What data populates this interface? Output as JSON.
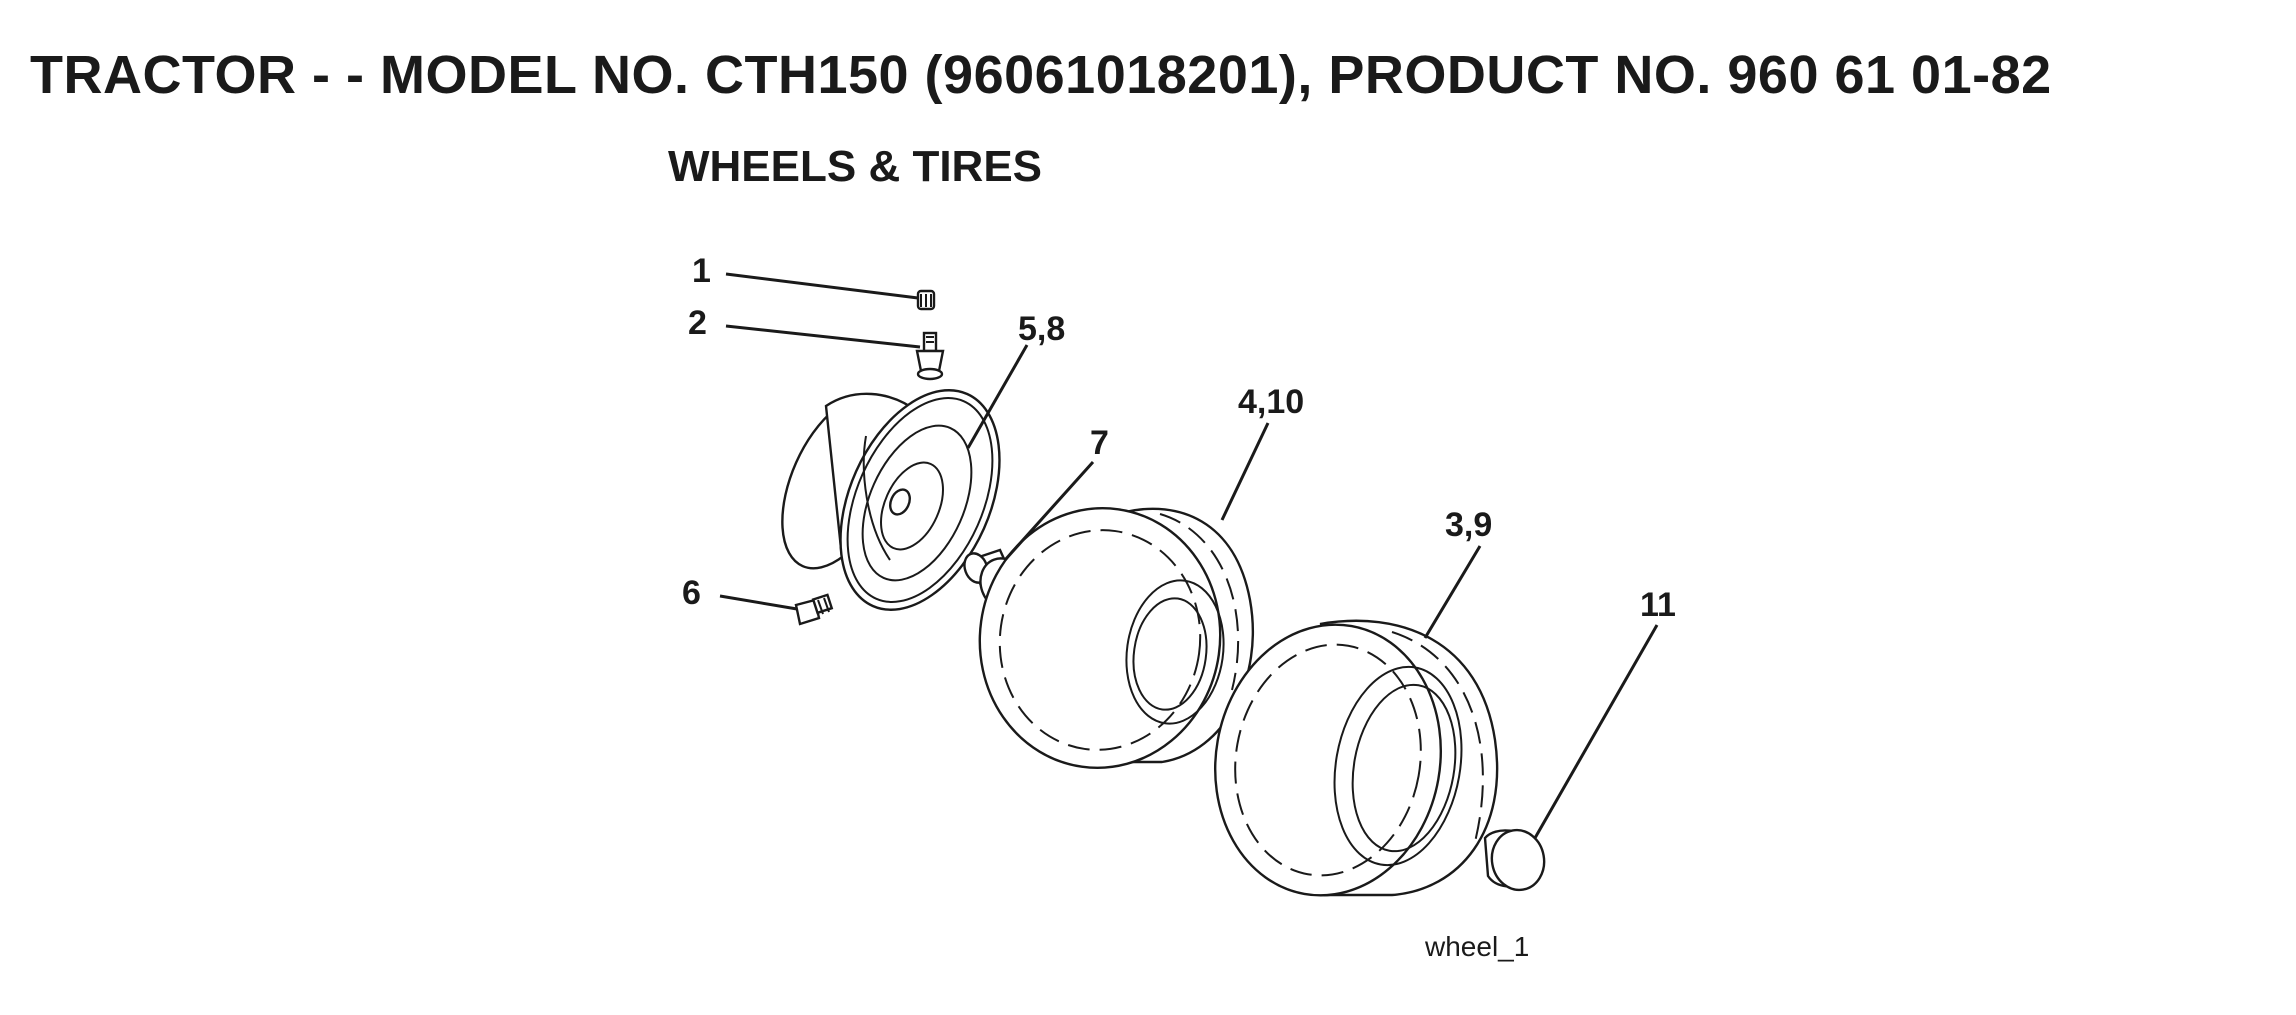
{
  "header": {
    "title": "TRACTOR - - MODEL NO. CTH150 (96061018201), PRODUCT NO. 960 61 01-82",
    "section": "WHEELS & TIRES"
  },
  "callouts": {
    "c1": "1",
    "c2": "2",
    "c58": "5,8",
    "c7": "7",
    "c410": "4,10",
    "c39": "3,9",
    "c6": "6",
    "c11": "11"
  },
  "diagram_ref": "wheel_1"
}
